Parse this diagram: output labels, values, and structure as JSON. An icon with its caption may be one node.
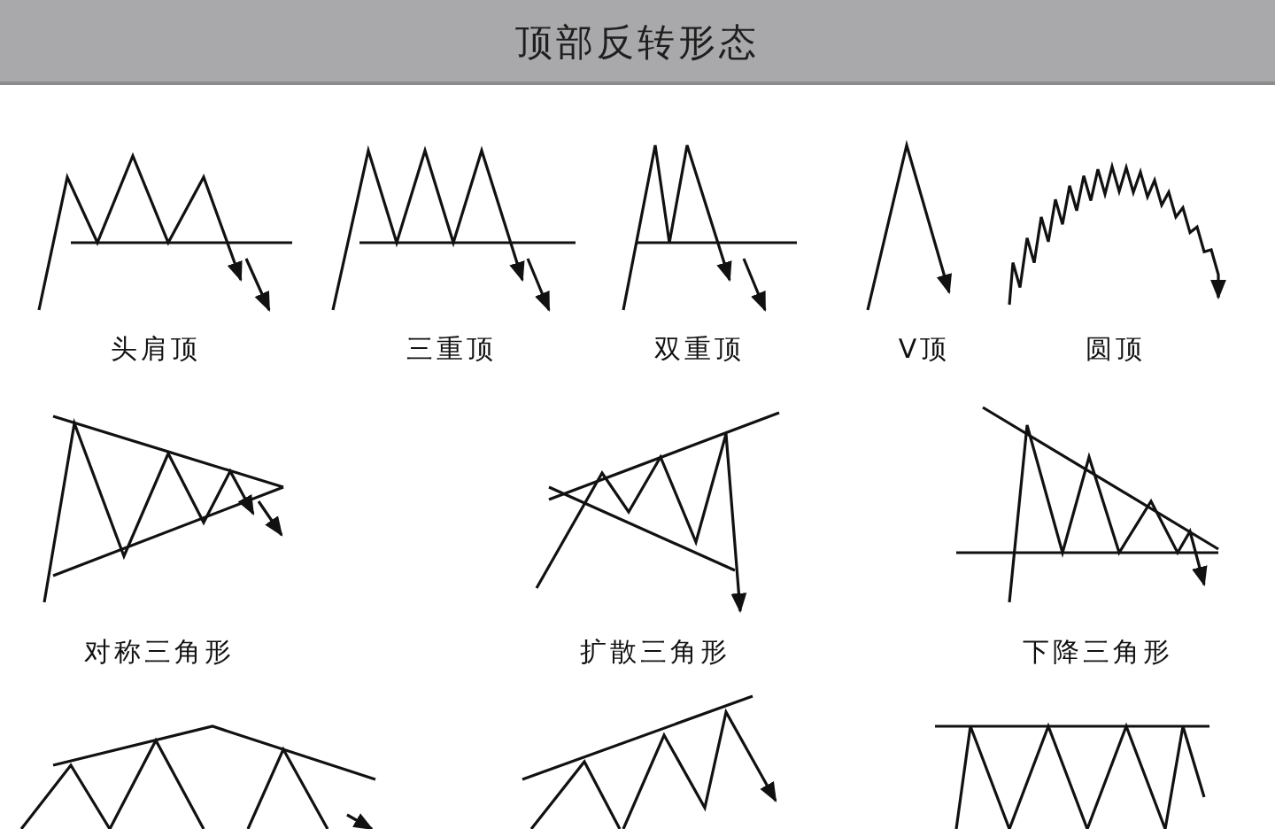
{
  "diagram": {
    "title": "顶部反转形态",
    "labels": [
      "头肩顶",
      "三重顶",
      "双重顶",
      "V顶",
      "圆顶",
      "对称三角形",
      "扩散三角形",
      "下降三角形"
    ]
  }
}
